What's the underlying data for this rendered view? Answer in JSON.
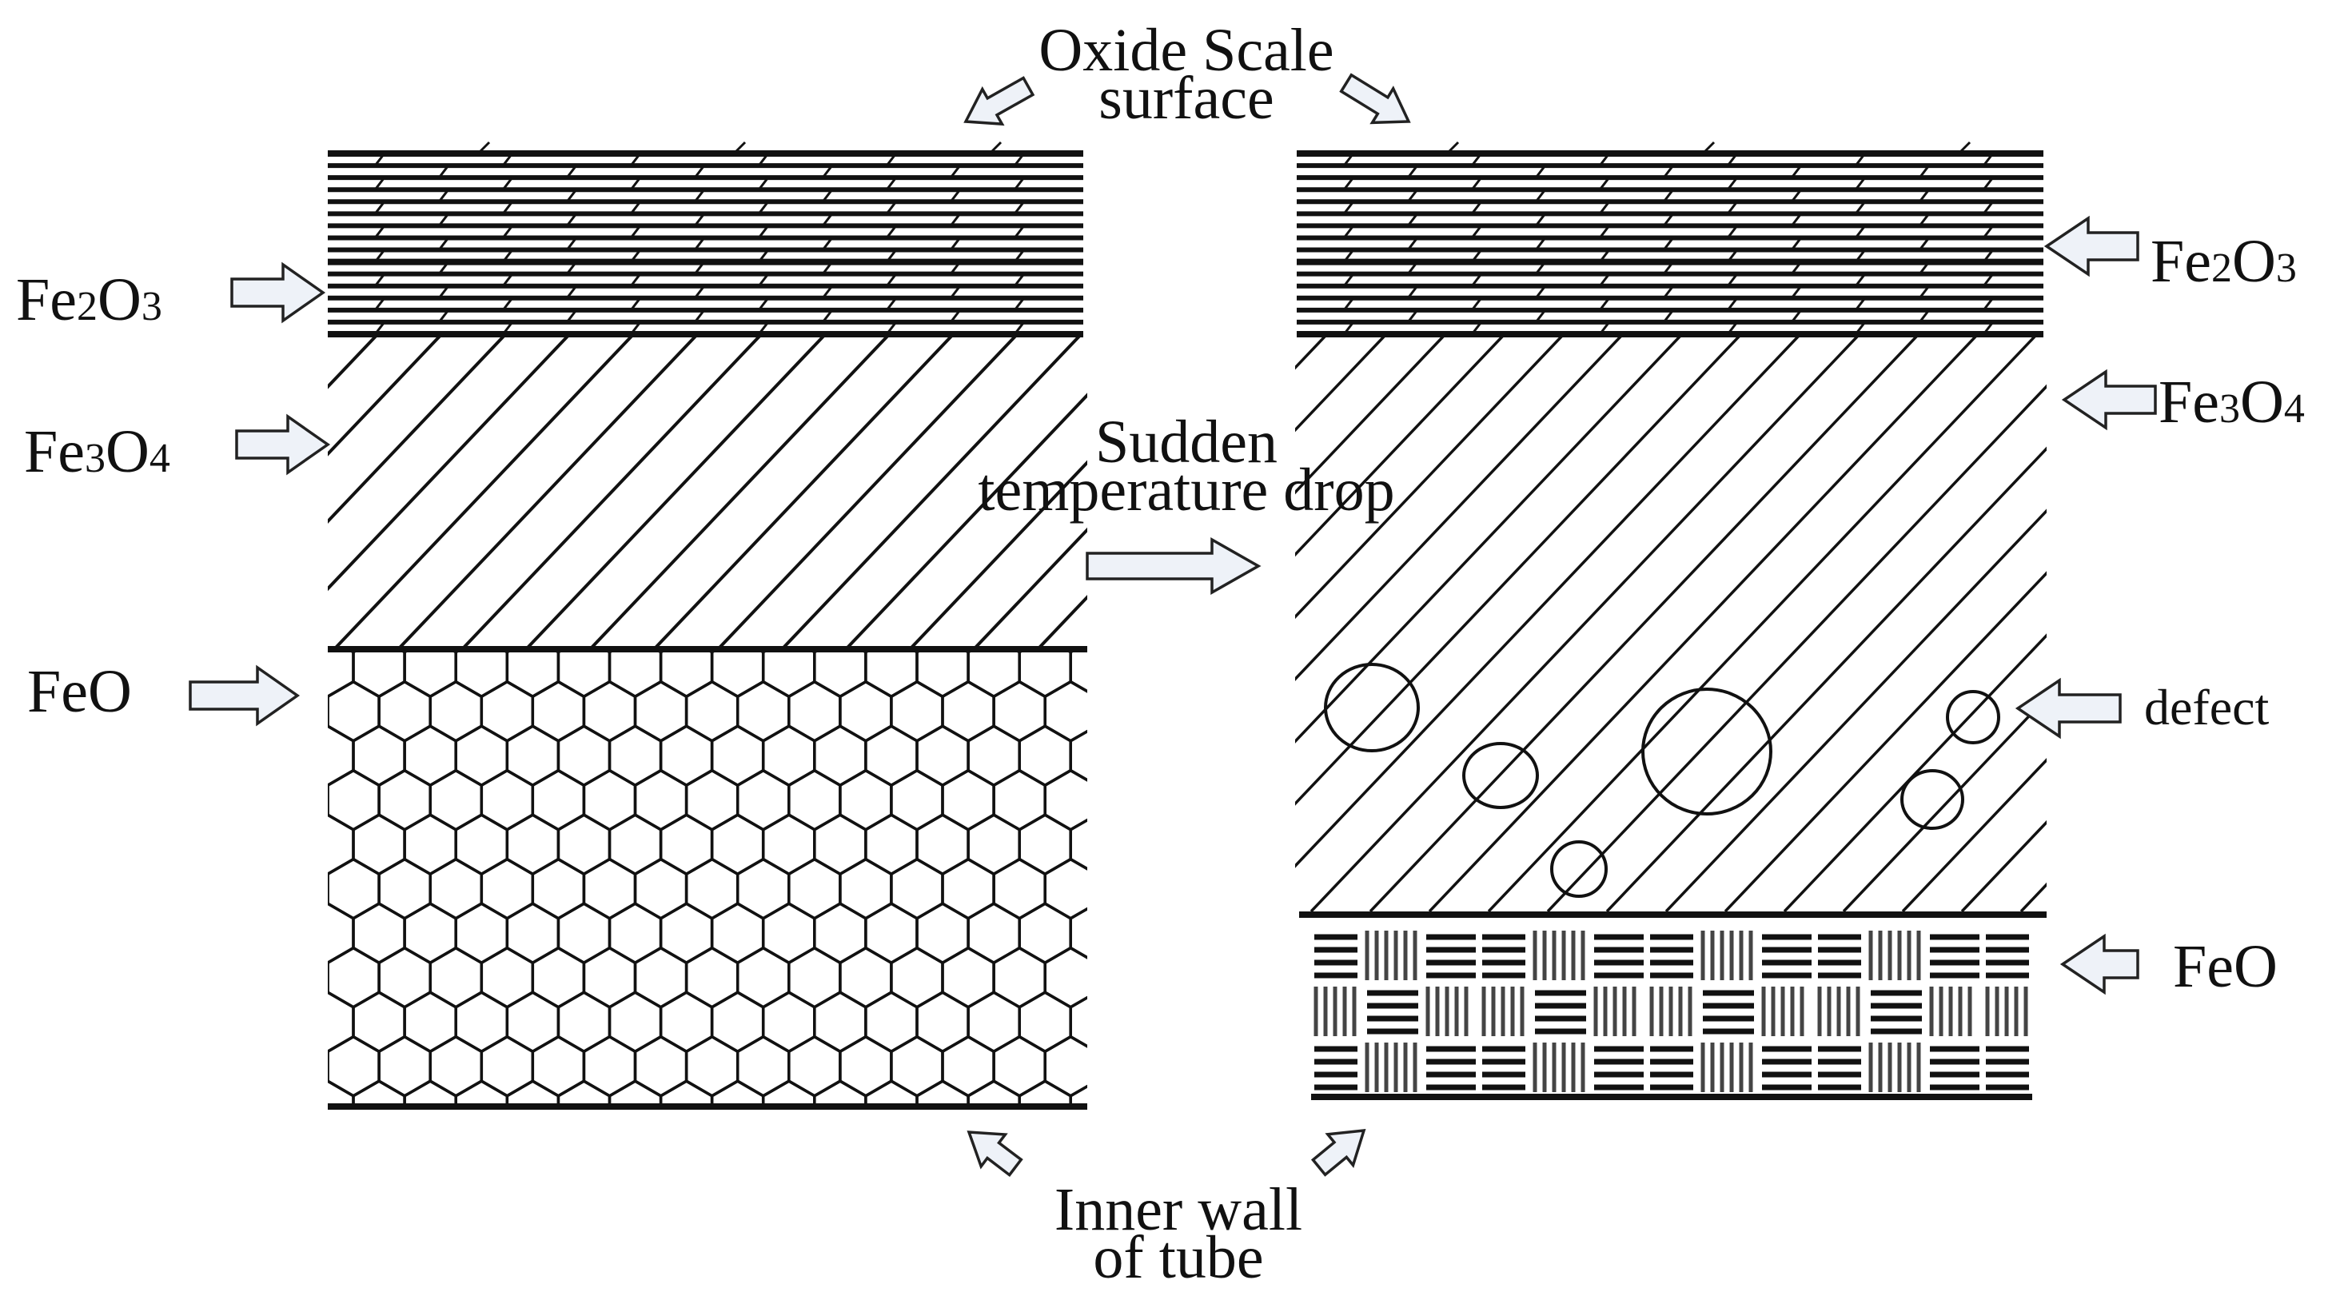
{
  "labels": {
    "top_caption_line1": "Oxide Scale",
    "top_caption_line2": "surface",
    "middle_caption_line1": "Sudden",
    "middle_caption_line2": "temperature drop",
    "bottom_caption_line1": "Inner wall",
    "bottom_caption_line2": "of tube",
    "left": {
      "fe2o3_base": "Fe",
      "fe2o3_sub1": "2",
      "fe2o3_mid": "O",
      "fe2o3_sub2": "3",
      "fe3o4_base": "Fe",
      "fe3o4_sub1": "3",
      "fe3o4_mid": "O",
      "fe3o4_sub2": "4",
      "feo": "FeO"
    },
    "right": {
      "fe2o3_base": "Fe",
      "fe2o3_sub1": "2",
      "fe2o3_mid": "O",
      "fe2o3_sub2": "3",
      "fe3o4_base": "Fe",
      "fe3o4_sub1": "3",
      "fe3o4_mid": "O",
      "fe3o4_sub2": "4",
      "defect": "defect",
      "feo": "FeO"
    }
  },
  "colors": {
    "ink": "#111111",
    "arrow_fill": "#eef2f8",
    "arrow_stroke": "#222222",
    "background": "#ffffff"
  }
}
